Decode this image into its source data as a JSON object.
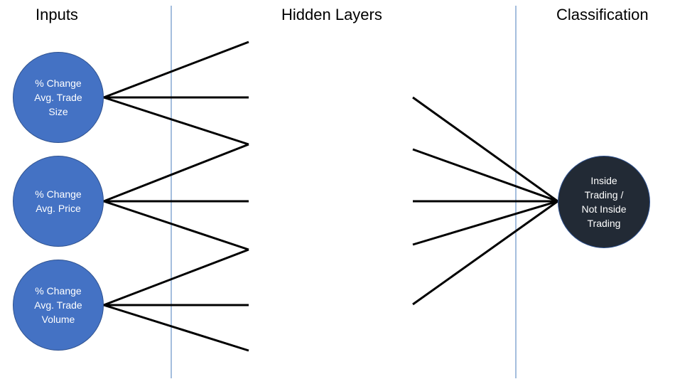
{
  "titles": {
    "inputs": "Inputs",
    "hidden": "Hidden Layers",
    "classification": "Classification"
  },
  "input_nodes": [
    {
      "lines": [
        "% Change",
        "Avg. Trade",
        "Size"
      ]
    },
    {
      "lines": [
        "% Change",
        "Avg. Price"
      ]
    },
    {
      "lines": [
        "% Change",
        "Avg. Trade",
        "Volume"
      ]
    }
  ],
  "output_node": {
    "lines": [
      "Inside",
      "Trading /",
      "Not Inside",
      "Trading"
    ]
  },
  "colors": {
    "input_fill": "#4472C4",
    "input_border": "#2F528F",
    "output_fill": "#222A35",
    "output_border": "#2F528F",
    "divider": "#4A7EBB",
    "edge": "#000000"
  }
}
